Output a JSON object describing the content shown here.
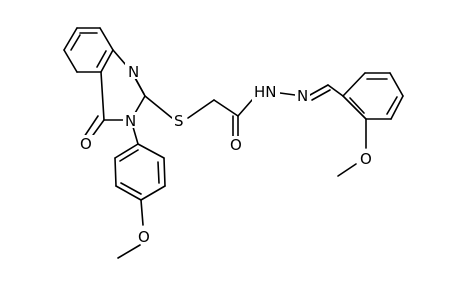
{
  "structure": {
    "atoms": {
      "n_ring_top": "N",
      "n_ring_bottom": "N",
      "o_carbonyl_ring": "O",
      "s_thioether": "S",
      "o_amide": "O",
      "nh_hydrazide": "HN",
      "n_imine": "N",
      "o_methoxy_phenyl": "O",
      "o_methoxy_benzylidene": "O"
    }
  }
}
